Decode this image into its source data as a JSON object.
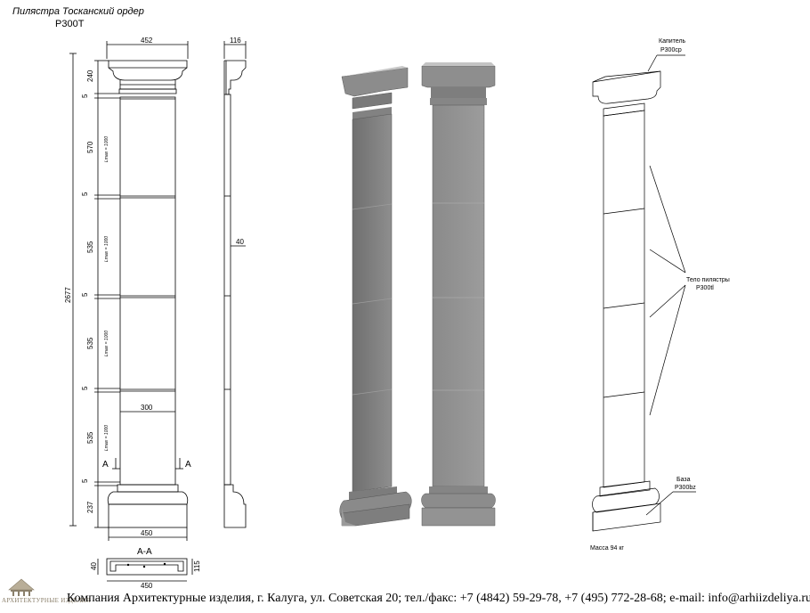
{
  "title": "Пилястра Тосканский ордер",
  "code": "P300T",
  "front": {
    "top_width": "452",
    "total_height": "2677",
    "segments": [
      "240",
      "5",
      "570",
      "5",
      "535",
      "5",
      "535",
      "5",
      "535",
      "5",
      "237"
    ],
    "lmax": "Lmax = 1000",
    "shaft_width": "300",
    "section_mark": "A",
    "base_width": "450"
  },
  "side": {
    "top_width": "116",
    "depth": "40"
  },
  "section": {
    "label": "A-A",
    "height": "40",
    "depth": "115",
    "width": "450"
  },
  "callouts": {
    "capital_label": "Капитель",
    "capital_code": "P300cp",
    "body_label": "Тело пилястры",
    "body_code": "P300tl",
    "base_label": "База",
    "base_code": "P300bz"
  },
  "mass": "Масса 94 кг",
  "footer": "Компания Архитектурные изделия, г. Калуга, ул. Советская 20; тел./факс: +7 (4842) 59-29-78, +7 (495) 772-28-68; e-mail: info@arhiizdeliya.ru",
  "logo_text": "АРХИТЕКТУРНЫЕ ИЗДЕЛИЯ",
  "colors": {
    "shade_dark": "#7a7a7a",
    "shade_mid": "#9a9a9a",
    "shade_light": "#c4c4c4",
    "line": "#000000"
  }
}
